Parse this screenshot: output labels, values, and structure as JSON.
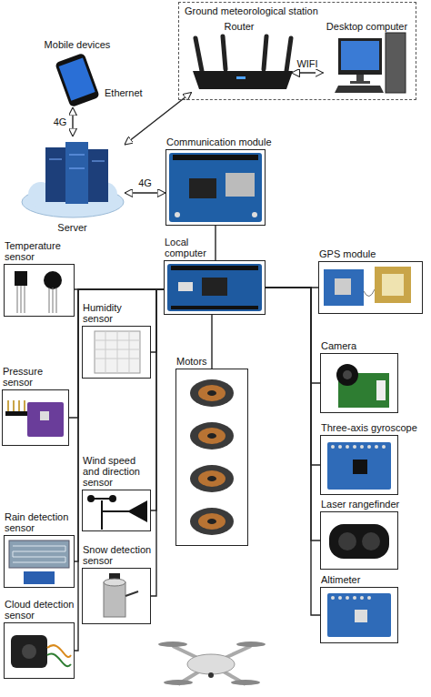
{
  "diagram": {
    "nodes": [
      {
        "text": [
          "Ground meteorological station"
        ]
      },
      {
        "text": [
          "Router"
        ],
        "in": 0
      },
      {
        "text": [
          "Desktop computer"
        ],
        "in": 0
      },
      {
        "text": [
          "Mobile devices"
        ]
      },
      {
        "text": [
          "Server"
        ]
      },
      {
        "text": [
          "Communication module"
        ]
      },
      {
        "text": [
          "Local computer"
        ]
      },
      {
        "text": [
          "Temperature sensor"
        ]
      },
      {
        "text": [
          "GPS module"
        ]
      },
      {
        "text": [
          "Humidity sensor"
        ]
      },
      {
        "text": [
          "Motors"
        ]
      },
      {
        "text": [
          "Pressure sensor"
        ]
      },
      {
        "text": [
          "Camera"
        ]
      },
      {
        "text": [
          "Wind speed and direction sensor"
        ]
      },
      {
        "text": [
          "Three-axis gyroscope"
        ]
      },
      {
        "text": [
          "Rain detection sensor"
        ]
      },
      {
        "text": [
          "Laser rangefinder"
        ]
      },
      {
        "text": [
          "Snow detection sensor"
        ]
      },
      {
        "text": [
          "Altimeter"
        ]
      },
      {
        "text": [
          "Cloud detection sensor"
        ]
      }
    ],
    "edges": [
      {
        "from": 1,
        "to": 2,
        "arrow": "both",
        "label": "WIFI"
      },
      {
        "from": 3,
        "to": 4,
        "arrow": "both",
        "label": "4G"
      },
      {
        "from": 4,
        "to": 1,
        "arrow": "both",
        "label": "Ethernet"
      },
      {
        "from": 4,
        "to": 5,
        "arrow": "both",
        "label": "4G"
      },
      {
        "from": 5,
        "to": 6,
        "arrow": "none"
      },
      {
        "from": 6,
        "to": 7,
        "arrow": "none"
      },
      {
        "from": 6,
        "to": 9,
        "arrow": "none"
      },
      {
        "from": 6,
        "to": 11,
        "arrow": "none"
      },
      {
        "from": 6,
        "to": 13,
        "arrow": "none"
      },
      {
        "from": 6,
        "to": 15,
        "arrow": "none"
      },
      {
        "from": 6,
        "to": 17,
        "arrow": "none"
      },
      {
        "from": 6,
        "to": 19,
        "arrow": "none"
      },
      {
        "from": 6,
        "to": 10,
        "arrow": "none"
      },
      {
        "from": 6,
        "to": 8,
        "arrow": "none"
      },
      {
        "from": 6,
        "to": 12,
        "arrow": "none"
      },
      {
        "from": 6,
        "to": 14,
        "arrow": "none"
      },
      {
        "from": 6,
        "to": 16,
        "arrow": "none"
      },
      {
        "from": 6,
        "to": 18,
        "arrow": "none"
      }
    ]
  }
}
